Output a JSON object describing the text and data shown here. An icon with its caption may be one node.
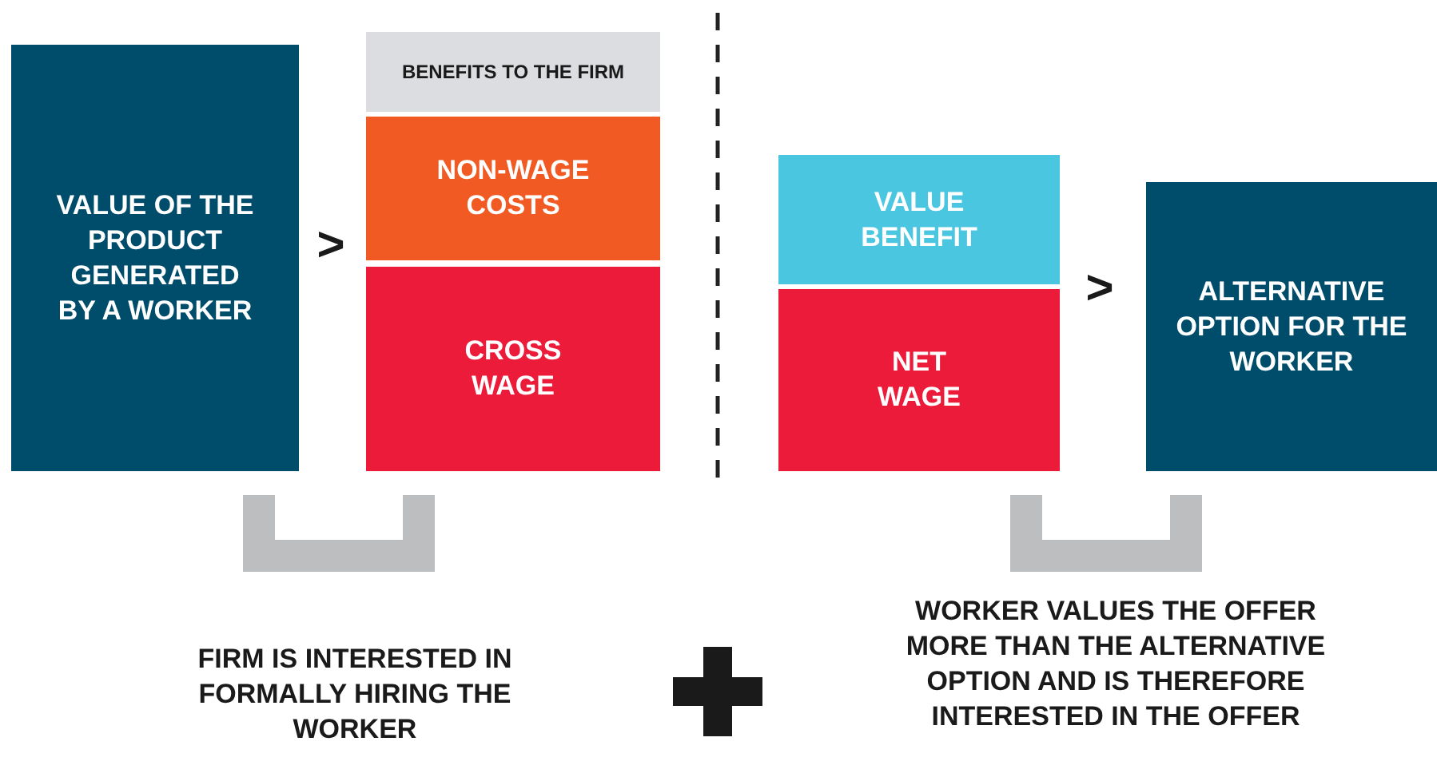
{
  "diagram": {
    "nodes": [
      {
        "text": [
          "VALUE OF THE PRODUCT GENERATED BY A WORKER"
        ]
      },
      {
        "text": [
          "BENEFITS TO THE FIRM"
        ]
      },
      {
        "text": [
          "NON-WAGE COSTS"
        ]
      },
      {
        "text": [
          "CROSS WAGE"
        ]
      },
      {
        "text": [
          "VALUE BENEFIT"
        ]
      },
      {
        "text": [
          "NET WAGE"
        ]
      },
      {
        "text": [
          "ALTERNATIVE OPTION FOR THE WORKER"
        ]
      }
    ],
    "labels": [
      ">",
      ">",
      "FIRM IS INTERESTED IN FORMALLY HIRING THE WORKER",
      "WORKER VALUES THE OFFER MORE THAN THE ALTERNATIVE OPTION AND IS THEREFORE INTERESTED IN THE OFFER"
    ]
  }
}
